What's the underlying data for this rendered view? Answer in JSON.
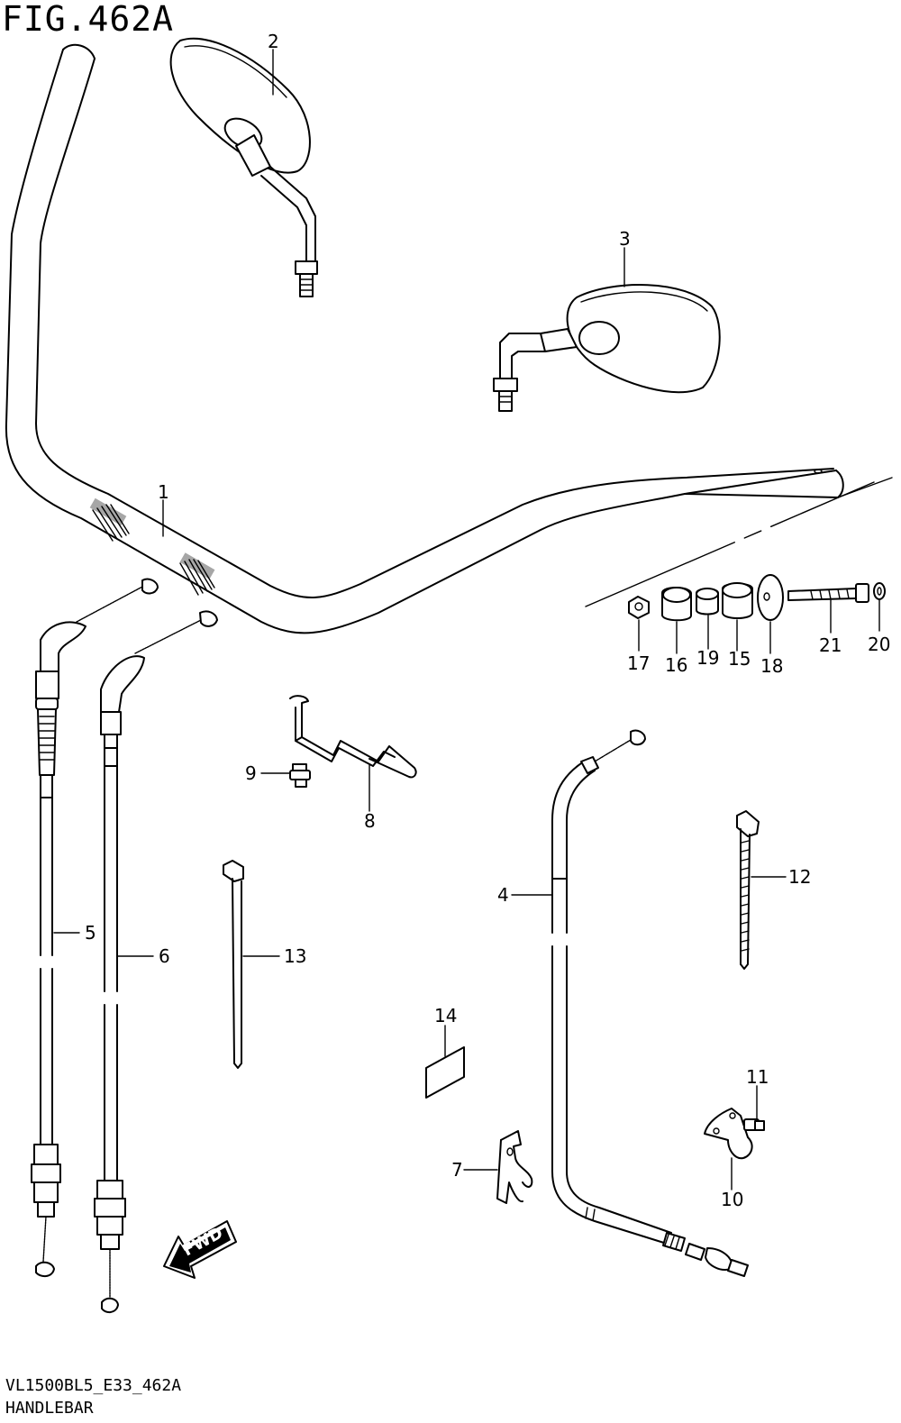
{
  "figure": {
    "title": "FIG.462A",
    "model_code": "VL1500BL5_E33_462A",
    "section": "HANDLEBAR",
    "fwd_label": "FWD"
  },
  "callouts": {
    "1": "1",
    "2": "2",
    "3": "3",
    "4": "4",
    "5": "5",
    "6": "6",
    "7": "7",
    "8": "8",
    "9": "9",
    "10": "10",
    "11": "11",
    "12": "12",
    "13": "13",
    "14": "14",
    "15": "15",
    "16": "16",
    "17": "17",
    "18": "18",
    "19": "19",
    "20": "20",
    "21": "21"
  }
}
